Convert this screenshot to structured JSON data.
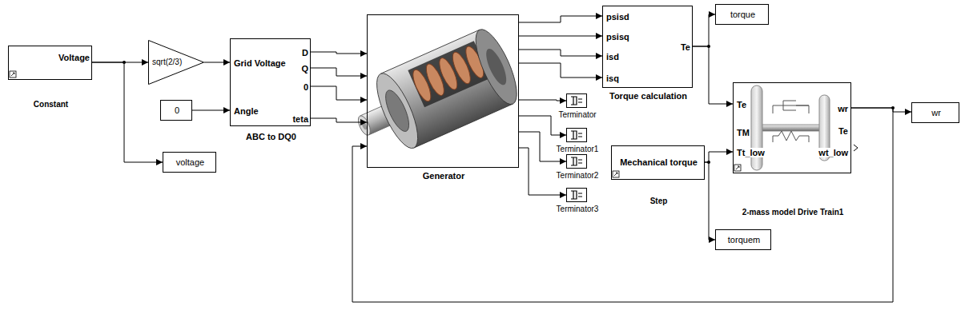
{
  "diagram": {
    "nodes": [
      {
        "text": [
          "Voltage",
          "Constant"
        ]
      },
      {
        "text": [
          "sqrt(2/3)"
        ]
      },
      {
        "text": [
          "0"
        ]
      },
      {
        "text": [
          "Grid Voltage",
          "Angle",
          "D",
          "Q",
          "0",
          "teta",
          "ABC to DQ0"
        ]
      },
      {
        "text": [
          "voltage"
        ]
      },
      {
        "text": [
          "Generator"
        ]
      },
      {
        "text": [
          "psisd",
          "psisq",
          "isd",
          "isq",
          "Te",
          "Torque calculation"
        ]
      },
      {
        "text": [
          "Terminator"
        ]
      },
      {
        "text": [
          "Terminator1"
        ]
      },
      {
        "text": [
          "Terminator2"
        ]
      },
      {
        "text": [
          "Terminator3"
        ]
      },
      {
        "text": [
          "torque"
        ]
      },
      {
        "text": [
          "Mechanical torque",
          "Step"
        ]
      },
      {
        "text": [
          "Te",
          "TM",
          "Tt_low",
          "wr",
          "Te",
          "wt_low",
          "2-mass model Drive Train1"
        ]
      },
      {
        "text": [
          "torquem"
        ]
      },
      {
        "text": [
          "wr"
        ]
      }
    ],
    "edges": [
      {
        "from": 0,
        "to": 1,
        "arrow": "to"
      },
      {
        "from": 0,
        "to": 4,
        "arrow": "to"
      },
      {
        "from": 1,
        "to": 3,
        "arrow": "to"
      },
      {
        "from": 2,
        "to": 3,
        "arrow": "to"
      },
      {
        "from": 3,
        "to": 5,
        "arrow": "to"
      },
      {
        "from": 3,
        "to": 5,
        "arrow": "to"
      },
      {
        "from": 3,
        "to": 5,
        "arrow": "to"
      },
      {
        "from": 3,
        "to": 5,
        "arrow": "to"
      },
      {
        "from": 5,
        "to": 6,
        "arrow": "to"
      },
      {
        "from": 5,
        "to": 6,
        "arrow": "to"
      },
      {
        "from": 5,
        "to": 6,
        "arrow": "to"
      },
      {
        "from": 5,
        "to": 6,
        "arrow": "to"
      },
      {
        "from": 5,
        "to": 7,
        "arrow": "to"
      },
      {
        "from": 5,
        "to": 8,
        "arrow": "to"
      },
      {
        "from": 5,
        "to": 9,
        "arrow": "to"
      },
      {
        "from": 5,
        "to": 10,
        "arrow": "to"
      },
      {
        "from": 6,
        "to": 11,
        "arrow": "to"
      },
      {
        "from": 6,
        "to": 13,
        "arrow": "to"
      },
      {
        "from": 12,
        "to": 13,
        "arrow": "to"
      },
      {
        "from": 12,
        "to": 14,
        "arrow": "to"
      },
      {
        "from": 13,
        "to": 15,
        "arrow": "to"
      },
      {
        "from": 13,
        "to": 5,
        "arrow": "to"
      }
    ]
  }
}
